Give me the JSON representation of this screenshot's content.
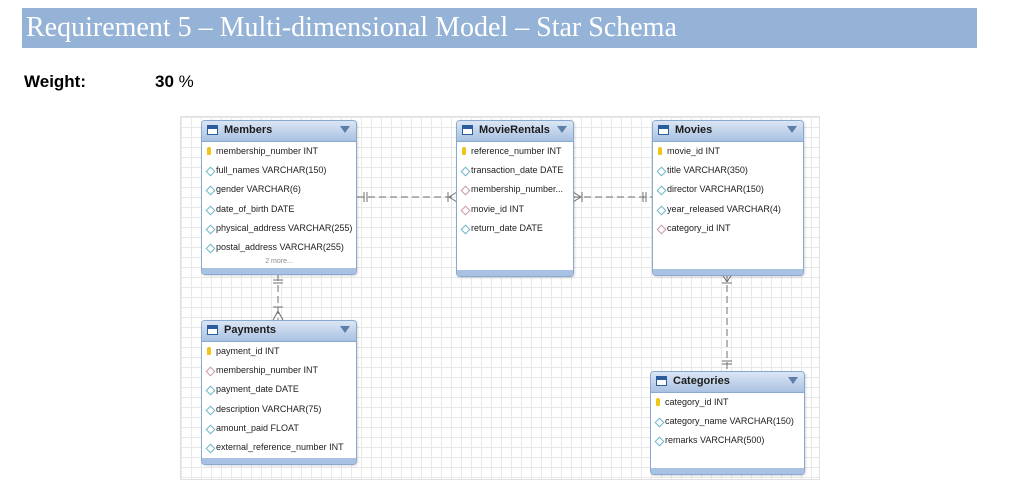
{
  "heading": "Requirement 5 – Multi-dimensional Model – Star Schema",
  "weight": {
    "label": "Weight:",
    "value": "30",
    "unit": " %"
  },
  "entities": {
    "members": {
      "name": "Members",
      "columns": [
        {
          "text": "membership_number INT",
          "icon": "primary-key-icon"
        },
        {
          "text": "full_names VARCHAR(150)",
          "icon": "column-diamond-icon"
        },
        {
          "text": "gender VARCHAR(6)",
          "icon": "column-diamond-icon"
        },
        {
          "text": "date_of_birth DATE",
          "icon": "column-diamond-icon"
        },
        {
          "text": "physical_address VARCHAR(255)",
          "icon": "column-diamond-icon"
        },
        {
          "text": "postal_address VARCHAR(255)",
          "icon": "column-diamond-icon"
        }
      ],
      "more": "2 more..."
    },
    "movierentals": {
      "name": "MovieRentals",
      "columns": [
        {
          "text": "reference_number INT",
          "icon": "primary-key-icon"
        },
        {
          "text": "transaction_date DATE",
          "icon": "column-diamond-icon"
        },
        {
          "text": "membership_number...",
          "icon": "foreign-key-diamond-icon"
        },
        {
          "text": "movie_id INT",
          "icon": "foreign-key-diamond-icon"
        },
        {
          "text": "return_date DATE",
          "icon": "column-diamond-icon"
        }
      ]
    },
    "movies": {
      "name": "Movies",
      "columns": [
        {
          "text": "movie_id INT",
          "icon": "primary-key-icon"
        },
        {
          "text": "title VARCHAR(350)",
          "icon": "column-diamond-icon"
        },
        {
          "text": "director VARCHAR(150)",
          "icon": "column-diamond-icon"
        },
        {
          "text": "year_released VARCHAR(4)",
          "icon": "column-diamond-icon"
        },
        {
          "text": "category_id INT",
          "icon": "foreign-key-diamond-icon"
        }
      ]
    },
    "payments": {
      "name": "Payments",
      "columns": [
        {
          "text": "payment_id INT",
          "icon": "primary-key-icon"
        },
        {
          "text": "membership_number INT",
          "icon": "foreign-key-diamond-icon"
        },
        {
          "text": "payment_date DATE",
          "icon": "column-diamond-icon"
        },
        {
          "text": "description VARCHAR(75)",
          "icon": "column-diamond-icon"
        },
        {
          "text": "amount_paid FLOAT",
          "icon": "column-diamond-icon"
        },
        {
          "text": "external_reference_number INT",
          "icon": "column-diamond-icon"
        }
      ]
    },
    "categories": {
      "name": "Categories",
      "columns": [
        {
          "text": "category_id INT",
          "icon": "primary-key-icon"
        },
        {
          "text": "category_name VARCHAR(150)",
          "icon": "column-diamond-icon"
        },
        {
          "text": "remarks VARCHAR(500)",
          "icon": "column-diamond-icon"
        }
      ]
    }
  },
  "relationships": [
    {
      "from": "Members",
      "to": "MovieRentals",
      "from_end": "one",
      "to_end": "many"
    },
    {
      "from": "Movies",
      "to": "MovieRentals",
      "from_end": "one",
      "to_end": "many"
    },
    {
      "from": "Members",
      "to": "Payments",
      "from_end": "one",
      "to_end": "many"
    },
    {
      "from": "Categories",
      "to": "Movies",
      "from_end": "one",
      "to_end": "many"
    }
  ],
  "colors": {
    "heading_bar": "#95b3d7",
    "entity_header": "#a9c1e2",
    "primary_key": "#f0c419",
    "column_diamond": "#6db6c8",
    "foreign_key_diamond": "#c89aa7",
    "connector": "#707070"
  }
}
